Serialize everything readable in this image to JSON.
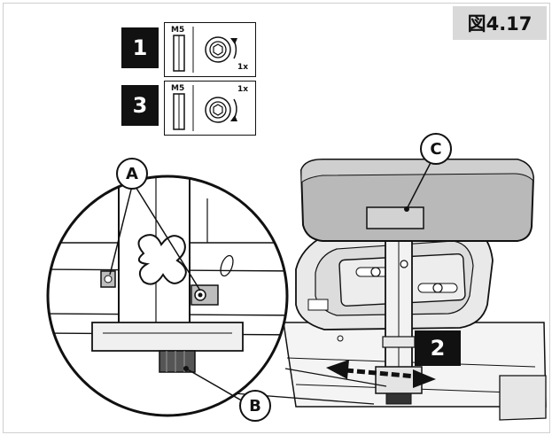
{
  "figure": {
    "label": "図4.17"
  },
  "steps": [
    {
      "number": "1",
      "tool_size": "M5",
      "rotation": "1x",
      "direction": "counterclockwise"
    },
    {
      "number": "3",
      "tool_size": "M5",
      "rotation": "1x",
      "direction": "clockwise"
    }
  ],
  "callouts": {
    "a": "A",
    "b": "B",
    "c": "C"
  },
  "action_step": "2",
  "colors": {
    "ink": "#111111",
    "label_bg": "#d9d9d9",
    "part_fill": "#b9b9b9",
    "frame": "#cfcfcf"
  },
  "icons": [
    "hex-key-icon",
    "hex-bolt-icon",
    "rotate-arrow-icon",
    "double-arrow-icon"
  ]
}
